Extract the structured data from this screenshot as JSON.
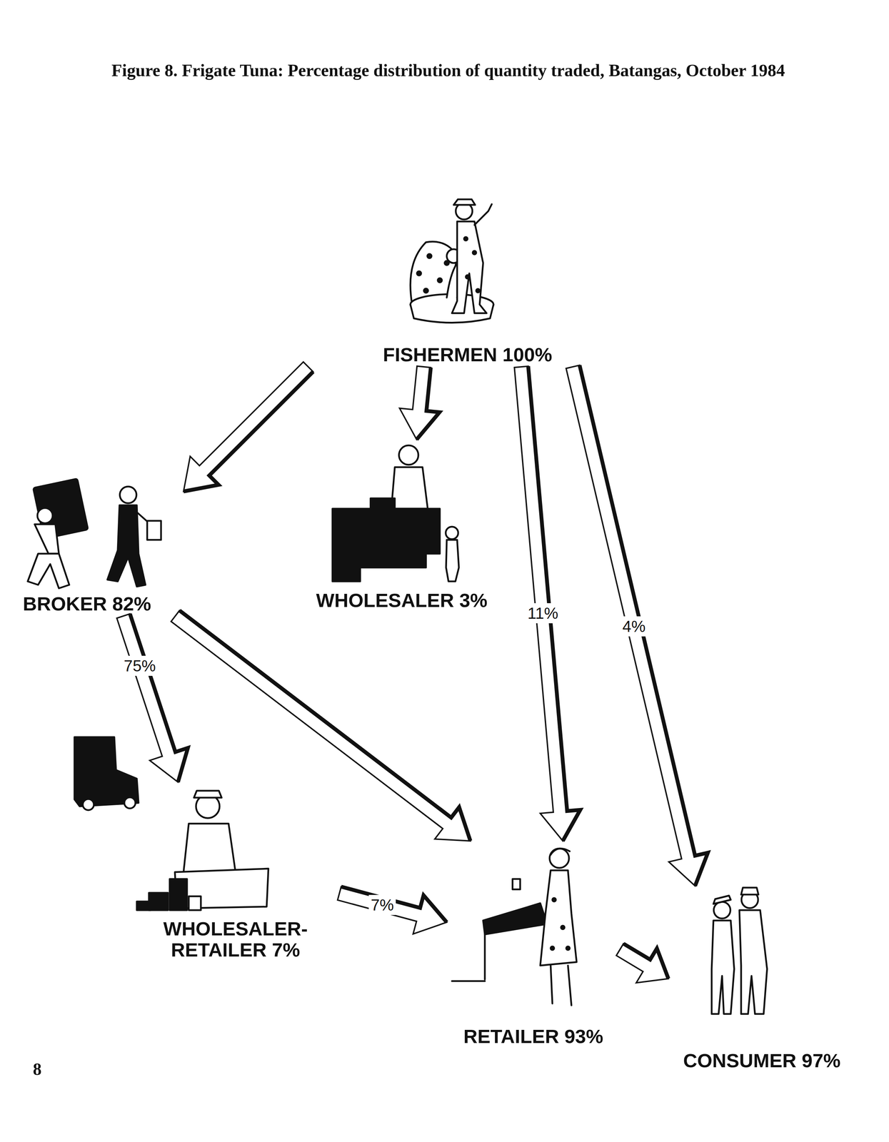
{
  "diagram": {
    "title": "Figure 8. Frigate Tuna: Percentage distribution of quantity traded, Batangas, October 1984",
    "nodes": [
      {
        "text": [
          "FISHERMEN 100%"
        ]
      },
      {
        "text": [
          "BROKER 82%"
        ]
      },
      {
        "text": [
          "WHOLESALER 3%"
        ]
      },
      {
        "text": [
          "WHOLESALER- RETAILER 7%"
        ]
      },
      {
        "text": [
          "RETAILER 93%"
        ]
      },
      {
        "text": [
          "CONSUMER 97%"
        ]
      }
    ],
    "edges": [
      {
        "from": 0,
        "to": 1,
        "arrow": "to"
      },
      {
        "from": 0,
        "to": 2,
        "arrow": "to"
      },
      {
        "from": 0,
        "to": 4,
        "label": "11%",
        "arrow": "to"
      },
      {
        "from": 0,
        "to": 5,
        "label": "4%",
        "arrow": "to"
      },
      {
        "from": 1,
        "to": 3,
        "label": "75%",
        "arrow": "to"
      },
      {
        "from": 1,
        "to": 4,
        "arrow": "to"
      },
      {
        "from": 3,
        "to": 4,
        "label": "7%",
        "arrow": "to"
      },
      {
        "from": 4,
        "to": 5,
        "arrow": "to"
      }
    ],
    "labels": [
      "8"
    ]
  }
}
